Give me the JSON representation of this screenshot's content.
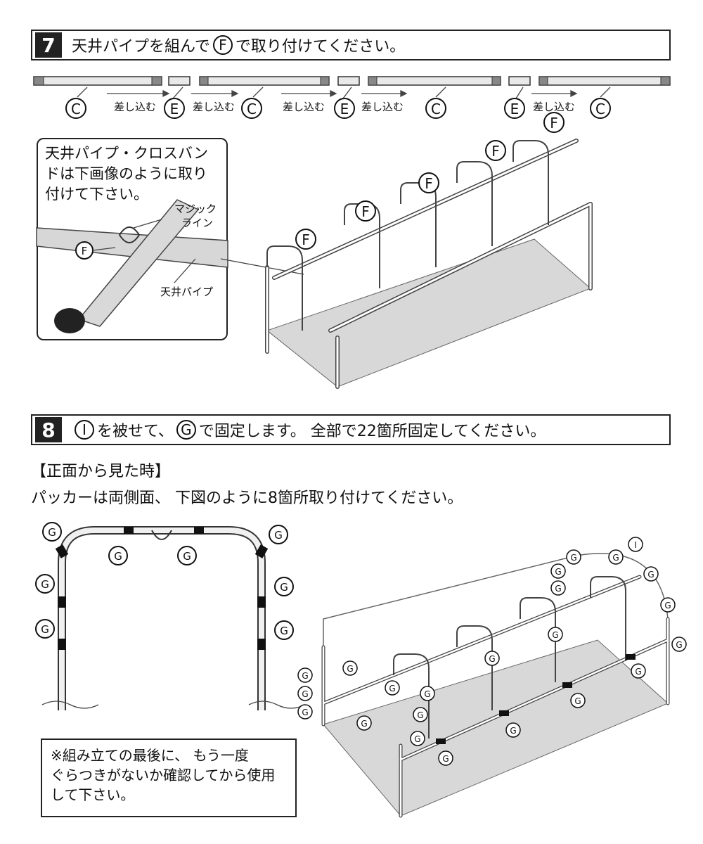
{
  "step7": {
    "num": "7",
    "text_pre": "天井パイプを組んで",
    "part": "F",
    "text_post": "で取り付けてください。",
    "pipe_labels": [
      "C",
      "E",
      "C",
      "E",
      "C",
      "E",
      "C"
    ],
    "insert_label": "差し込む",
    "callout": {
      "line1": "天井パイプ・クロスバン",
      "line2": "ドは下画像のように取り",
      "line3": "付けて下さい。",
      "magic_line1": "マジック",
      "magic_line2": "ライン",
      "part": "F",
      "pipe_label": "天井パイプ"
    },
    "frame_labels": [
      "F",
      "F",
      "F",
      "F",
      "F"
    ]
  },
  "step8": {
    "num": "8",
    "part_i": "I",
    "text_mid": "を被せて、",
    "part_g": "G",
    "text_post": "で固定します。 全部で22箇所固定してください。",
    "front_view_title": "【正面から見た時】",
    "packer_note": "パッカーは両側面、 下図のように8箇所取り付けてください。",
    "g": "G",
    "i": "I",
    "final_note": {
      "line1": "※組み立ての最後に、 もう一度",
      "line2": "ぐらつきがないか確認してから使用",
      "line3": "して下さい。"
    }
  },
  "colors": {
    "border": "#222222",
    "pipe": "#e9e9e9",
    "floor": "#d8d8d8"
  }
}
